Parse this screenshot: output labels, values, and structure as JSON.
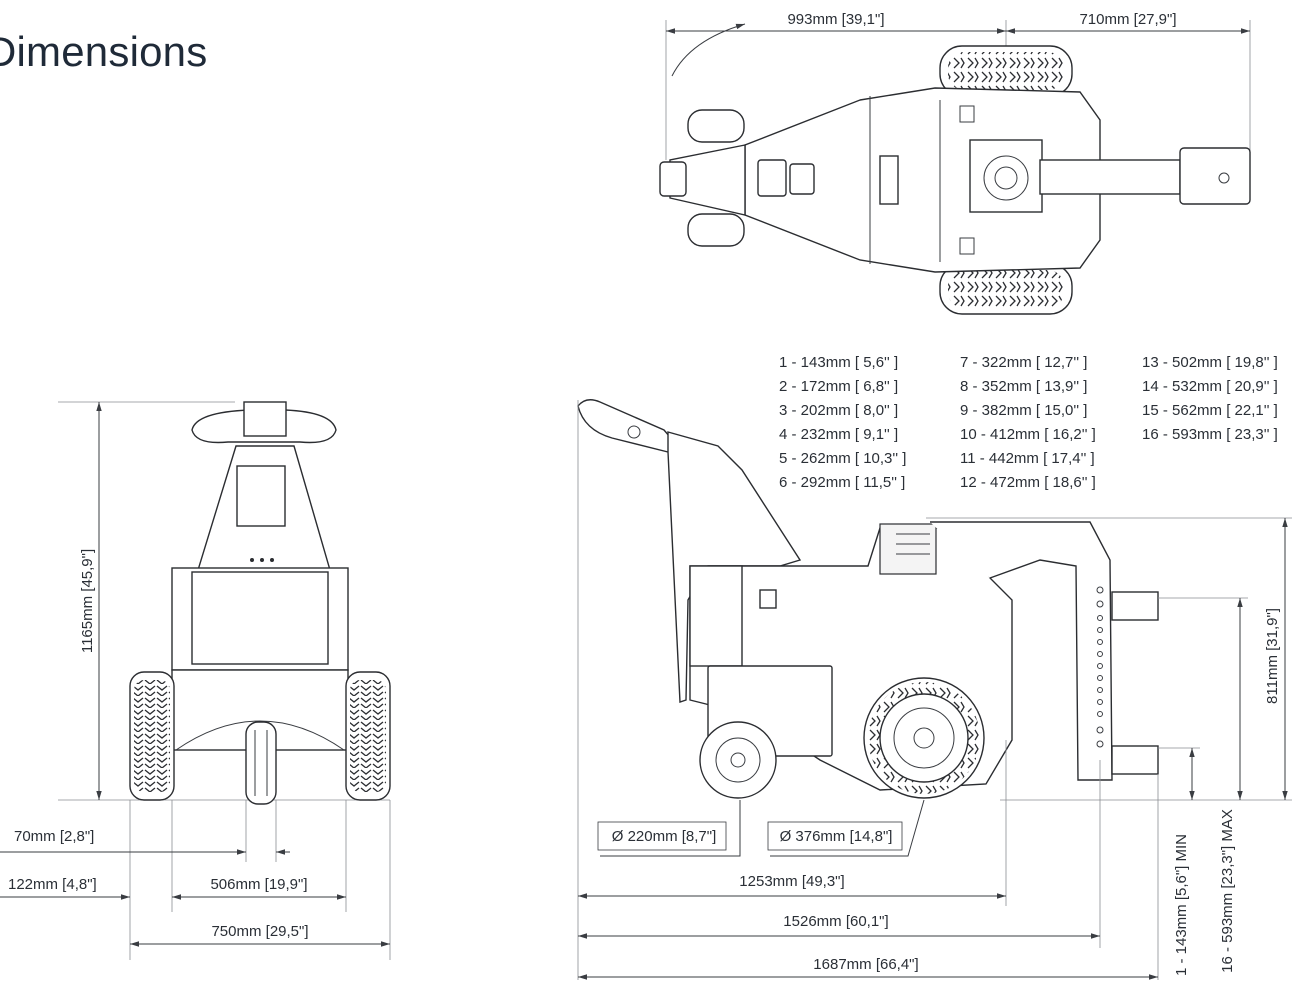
{
  "page": {
    "title": "Dimensions"
  },
  "colors": {
    "line": "#3a3d42",
    "text": "#2a2f36",
    "background": "#ffffff"
  },
  "top_view": {
    "dims": [
      "993mm [39,1\"]",
      "710mm [27,9\"]"
    ]
  },
  "front_view": {
    "dims": {
      "height": "1165mm [45,9\"]",
      "castor_width": "70mm [2,8\"]",
      "tire_width": "122mm [4,8\"]",
      "inner_track": "506mm [19,9\"]",
      "overall_width": "750mm [29,5\"]"
    }
  },
  "side_view": {
    "dims": {
      "front_wheel": "Ø 220mm [8,7\"]",
      "drive_wheel": "Ø 376mm [14,8\"]",
      "length_1": "1253mm [49,3\"]",
      "length_2": "1526mm [60,1\"]",
      "length_3": "1687mm [66,4\"]",
      "height": "811mm [31,9\"]",
      "hitch_min": "1 - 143mm [5,6\"] MIN",
      "hitch_max": "16 - 593mm [23,3\"] MAX"
    }
  },
  "hitch_positions": {
    "col1": [
      "1 - 143mm [ 5,6'' ]",
      "2 - 172mm [ 6,8'' ]",
      "3 - 202mm [ 8,0'' ]",
      "4 - 232mm [ 9,1'' ]",
      "5 - 262mm [ 10,3'' ]",
      "6 - 292mm [ 11,5'' ]"
    ],
    "col2": [
      "7 - 322mm [ 12,7'' ]",
      "8 - 352mm [ 13,9'' ]",
      "9 - 382mm [ 15,0'' ]",
      "10 - 412mm [ 16,2'' ]",
      "11 - 442mm [ 17,4'' ]",
      "12 - 472mm [ 18,6'' ]"
    ],
    "col3": [
      "13 - 502mm [ 19,8'' ]",
      "14 - 532mm [ 20,9'' ]",
      "15 - 562mm [ 22,1'' ]",
      "16 - 593mm [ 23,3'' ]"
    ]
  }
}
